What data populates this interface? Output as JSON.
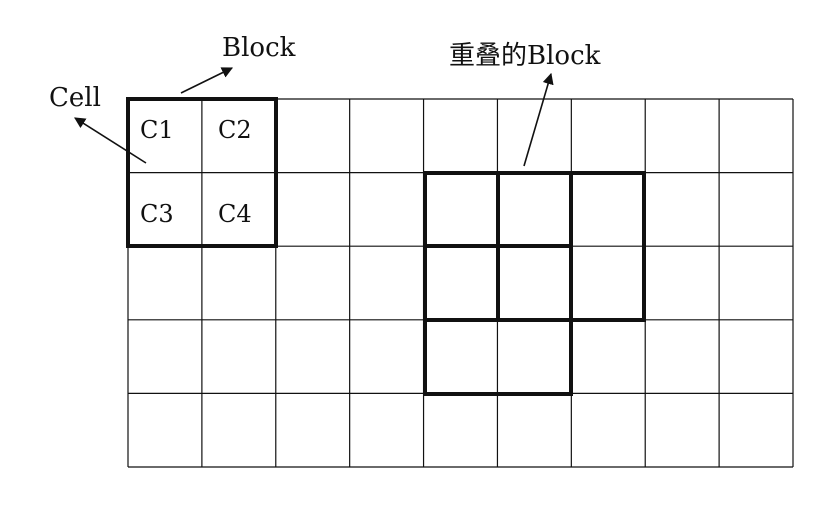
{
  "grid": {
    "rows": 5,
    "cols": 9
  },
  "cell_labels": {
    "c1": "C1",
    "c2": "C2",
    "c3": "C3",
    "c4": "C4"
  },
  "callouts": {
    "block": "Block",
    "cell": "Cell",
    "overlap_block": "重叠的Block"
  },
  "colors": {
    "line": "#111111",
    "background": "#ffffff"
  }
}
